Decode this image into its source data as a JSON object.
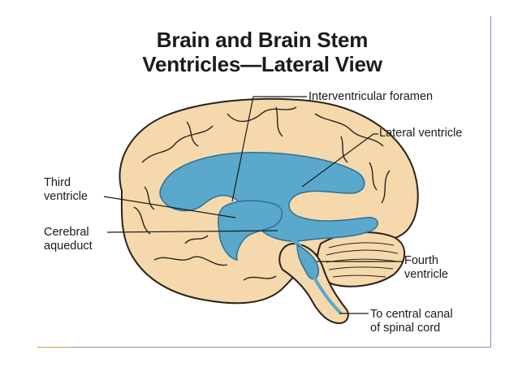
{
  "title": {
    "line1": "Brain and Brain Stem",
    "line2": "Ventricles—Lateral View"
  },
  "labels": {
    "interventricular_foramen": "Interventricular foramen",
    "lateral_ventricle": "Lateral ventricle",
    "third_ventricle_1": "Third",
    "third_ventricle_2": "ventricle",
    "cerebral_aqueduct_1": "Cerebral",
    "cerebral_aqueduct_2": "aqueduct",
    "fourth_ventricle_1": "Fourth",
    "fourth_ventricle_2": "ventricle",
    "central_canal_1": "To central canal",
    "central_canal_2": "of spinal cord"
  },
  "colors": {
    "brain": "#f5d9ad",
    "brain_outline": "#2a2218",
    "ventricle": "#5aa8cc",
    "ventricle_dark": "#2f6f96"
  }
}
